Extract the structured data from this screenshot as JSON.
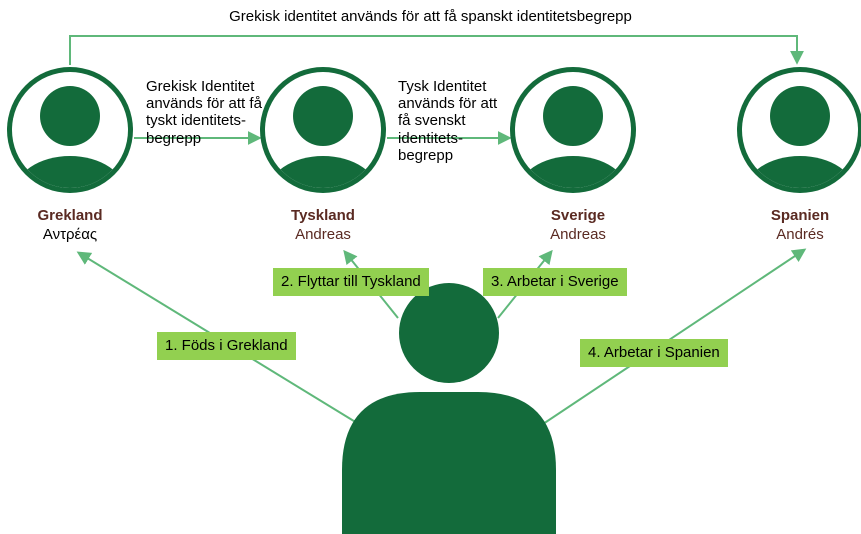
{
  "top_arrow_label": "Grekisk identitet används för att få spanskt identitetsbegrepp",
  "notes": [
    "Grekisk Identitet används för att få tyskt identitets-begrepp",
    "Tysk Identitet används för att få svenskt identitets-begrepp"
  ],
  "countries": [
    {
      "country": "Grekland",
      "name": "Αντρέας",
      "country_color": "#5a2a22",
      "name_color": "#000000"
    },
    {
      "country": "Tyskland",
      "name": "Andreas",
      "country_color": "#5a2a22",
      "name_color": "#5a2a22"
    },
    {
      "country": "Sverige",
      "name": "Andreas",
      "country_color": "#5a2a22",
      "name_color": "#5a2a22"
    },
    {
      "country": "Spanien",
      "name": "Andrés",
      "country_color": "#5a2a22",
      "name_color": "#5a2a22"
    }
  ],
  "steps": [
    "1. Föds i Grekland",
    "2. Flyttar till Tyskland",
    "3. Arbetar i Sverige",
    "4. Arbetar i Spanien"
  ],
  "colors": {
    "figure_green": "#136b3b",
    "arrow_green": "#5fb87a",
    "step_box": "#92d050"
  }
}
